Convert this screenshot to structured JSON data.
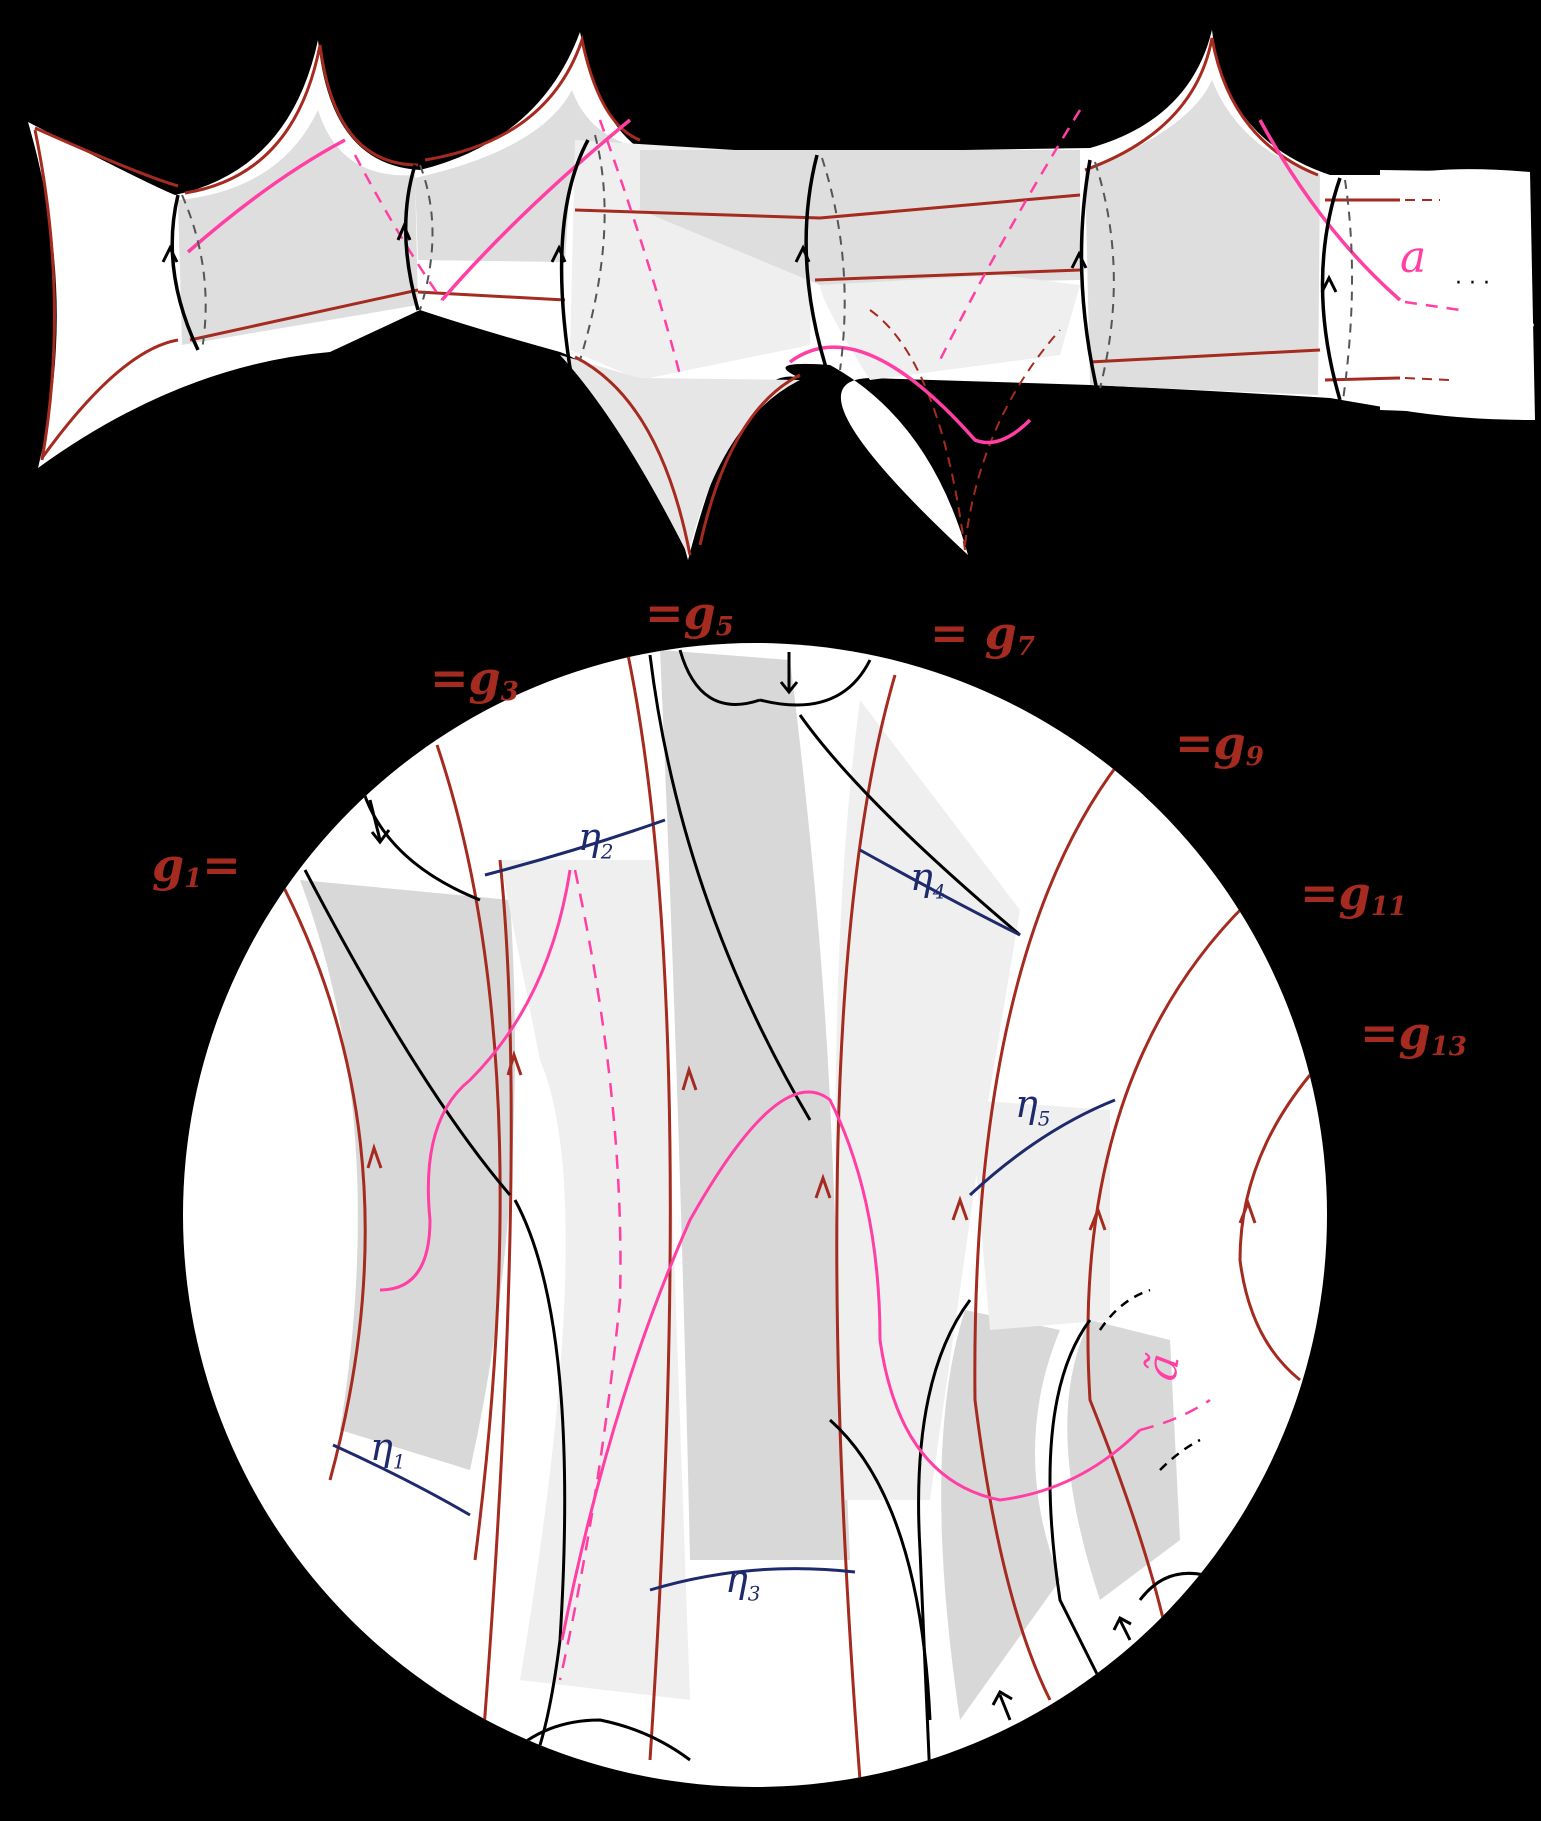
{
  "figure": {
    "type": "hyperbolic surface and universal cover diagram",
    "background": "#000000",
    "colors": {
      "geodesic_red": "#a52a1f",
      "arc_pink": "#ff3fa4",
      "eta_blue": "#1e2a6b",
      "fill_dark": "#d8d8d8",
      "fill_light": "#efefef",
      "outline": "#000000"
    }
  },
  "surface": {
    "arc_label": "a",
    "continuation": "· · ·"
  },
  "disk": {
    "boundary_labels": [
      {
        "id": "g1",
        "prefix": "g",
        "sub": "1",
        "eq": "=",
        "side": "right"
      },
      {
        "id": "g3",
        "prefix": "g",
        "sub": "3",
        "eq": "=",
        "side": "left"
      },
      {
        "id": "g5",
        "prefix": "g",
        "sub": "5",
        "eq": "=",
        "side": "left"
      },
      {
        "id": "g7",
        "prefix": "g",
        "sub": "7",
        "eq": "=",
        "side": "left"
      },
      {
        "id": "g9",
        "prefix": "g",
        "sub": "9",
        "eq": "=",
        "side": "left"
      },
      {
        "id": "g11",
        "prefix": "g",
        "sub": "11",
        "eq": "=",
        "side": "left"
      },
      {
        "id": "g13",
        "prefix": "g",
        "sub": "13",
        "eq": "=",
        "side": "left"
      }
    ],
    "eta_labels": [
      {
        "id": "eta1",
        "sym": "η",
        "sub": "1"
      },
      {
        "id": "eta2",
        "sym": "η",
        "sub": "2"
      },
      {
        "id": "eta3",
        "sym": "η",
        "sub": "3"
      },
      {
        "id": "eta4",
        "sym": "η",
        "sub": "4"
      },
      {
        "id": "eta5",
        "sym": "η",
        "sub": "5"
      }
    ],
    "lift_label": "ã"
  }
}
